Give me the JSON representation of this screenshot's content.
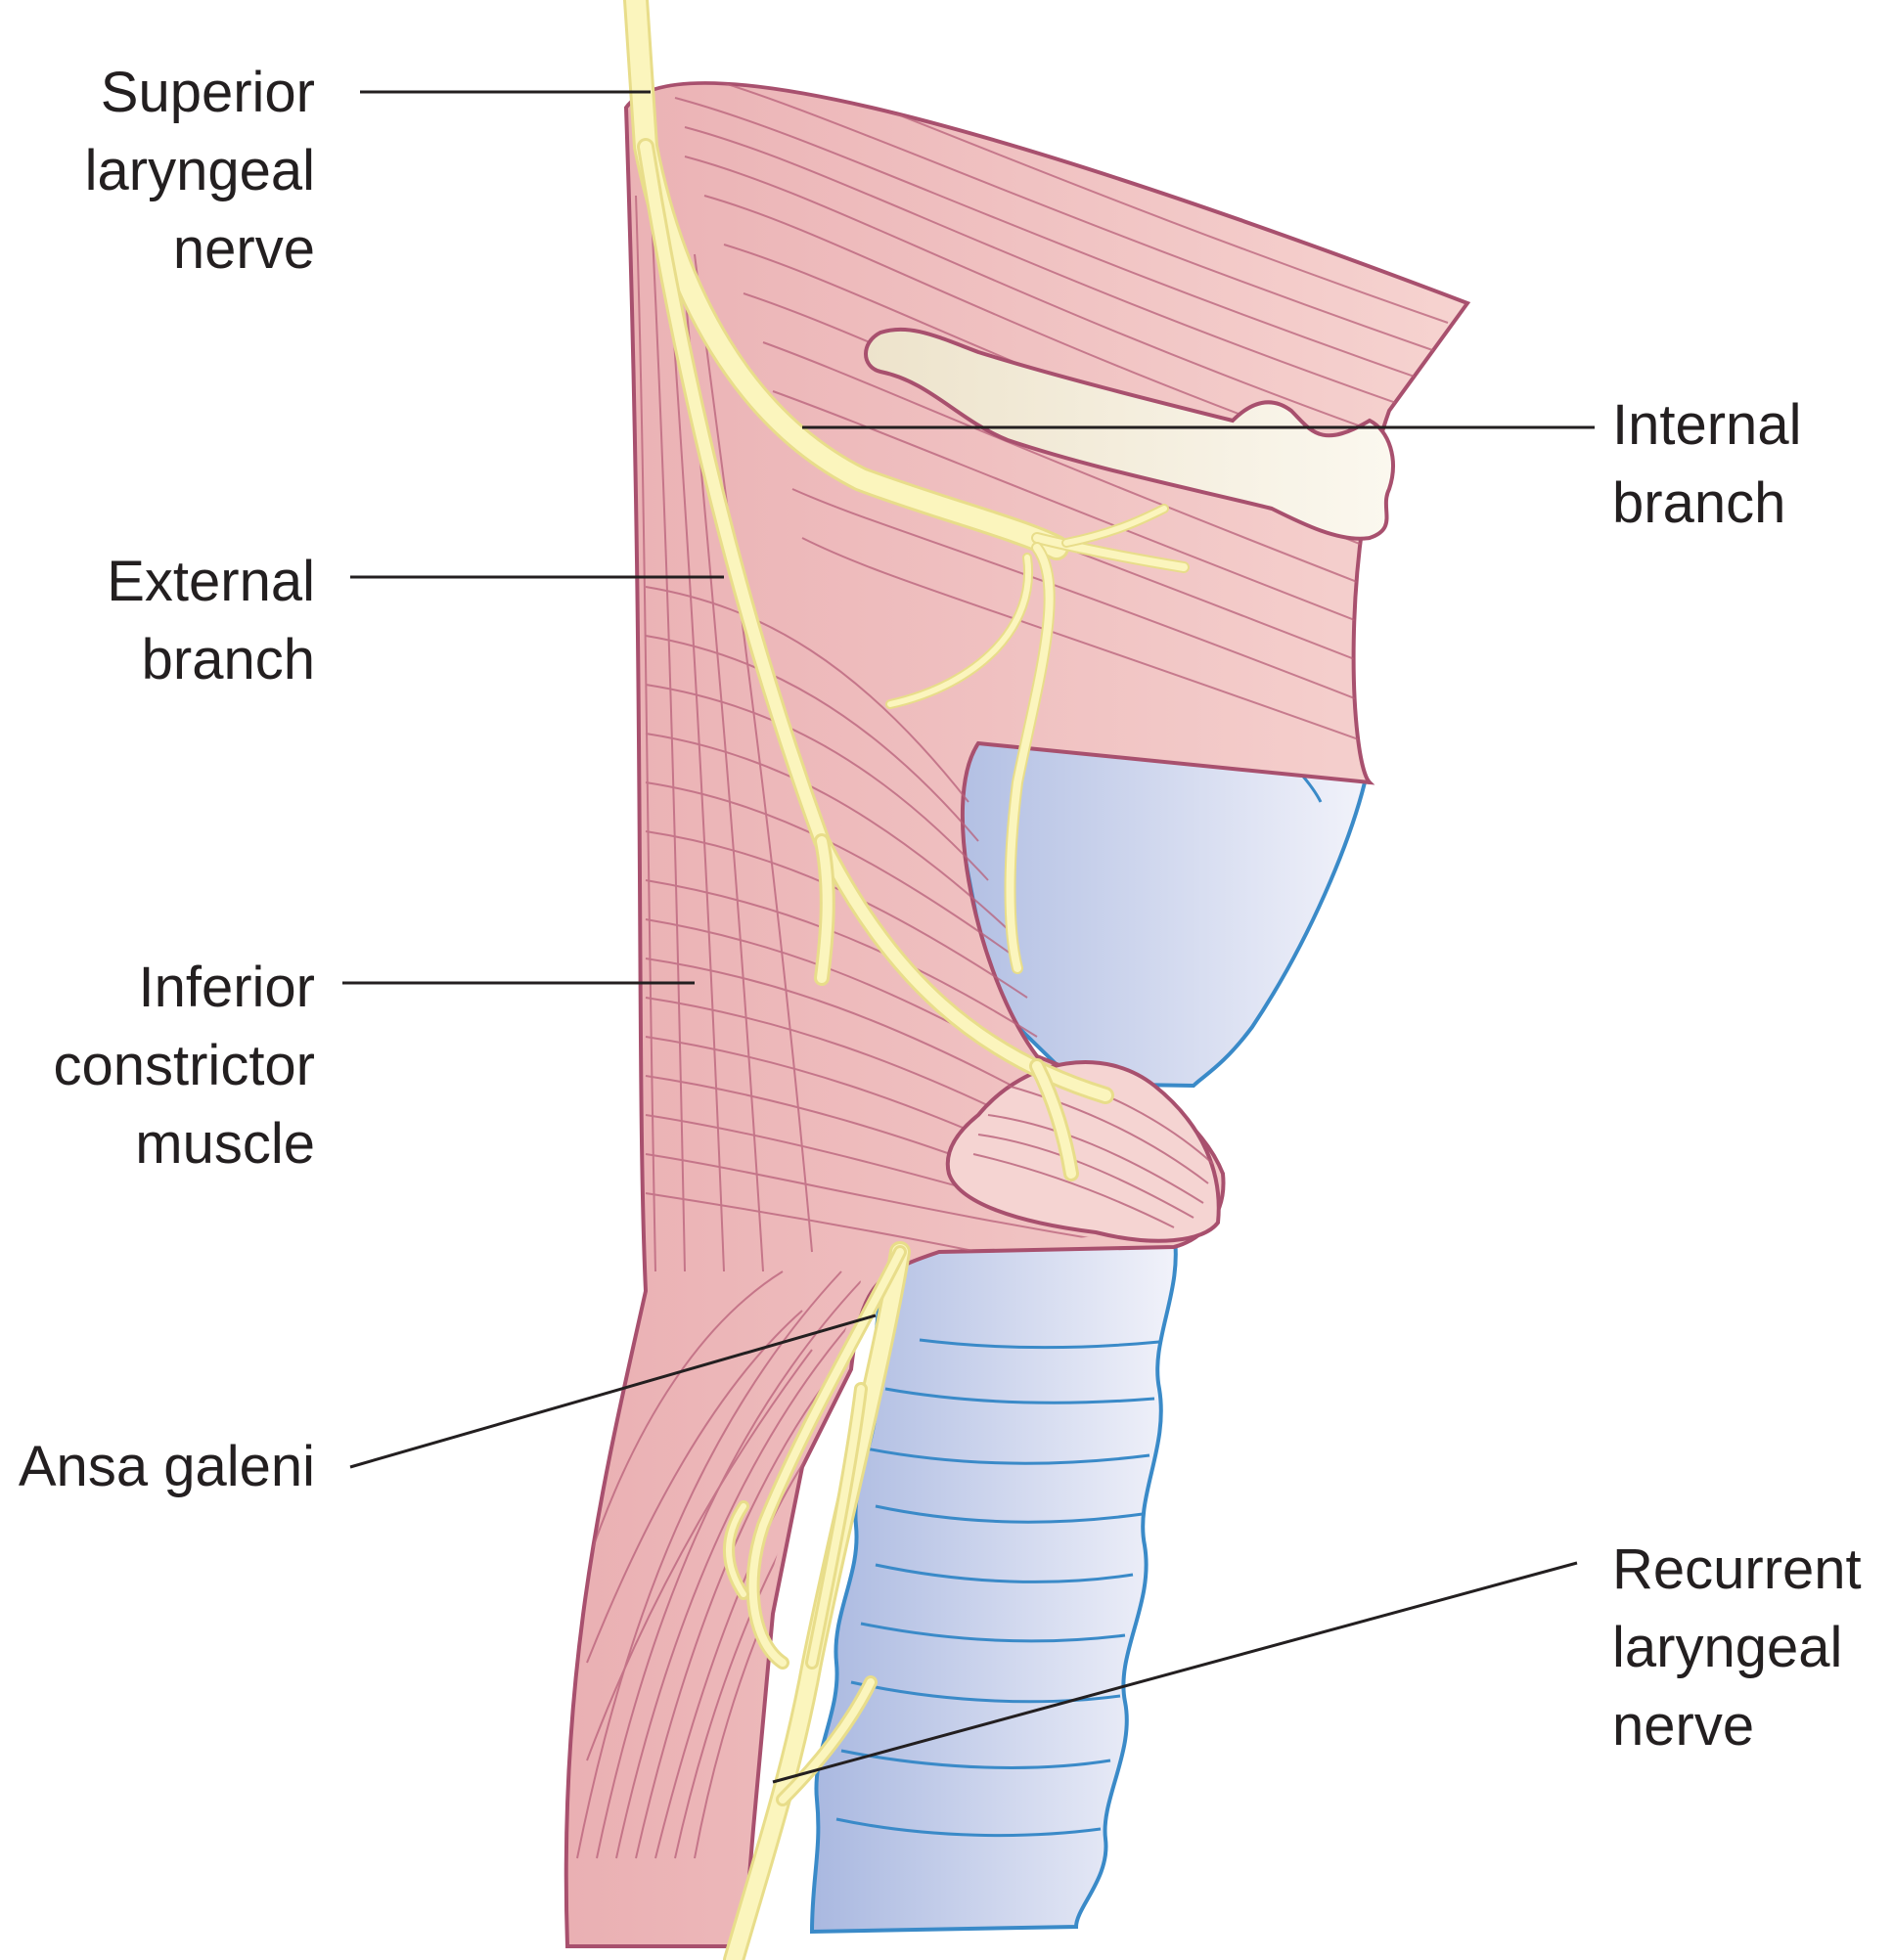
{
  "labels": {
    "superior_laryngeal_nerve": [
      "Superior",
      "laryngeal",
      "nerve"
    ],
    "internal_branch": [
      "Internal",
      "branch"
    ],
    "external_branch": [
      "External",
      "branch"
    ],
    "inferior_constrictor_muscle": [
      "Inferior",
      "constrictor",
      "muscle"
    ],
    "ansa_galeni": [
      "Ansa galeni"
    ],
    "recurrent_laryngeal_nerve": [
      "Recurrent",
      "laryngeal",
      "nerve"
    ]
  },
  "colors": {
    "muscle_fill": "#f0c4c4",
    "muscle_outline": "#a8506e",
    "muscle_fiber": "#b8607a",
    "nerve_fill": "#fbf5bd",
    "nerve_outline": "#e8dd8a",
    "cartilage_fill": "#c8d2ec",
    "cartilage_outline": "#3a8ac8",
    "bone_fill": "#f1e8d4",
    "bone_outline": "#a8506e",
    "leader_line": "#231f20",
    "text": "#231f20"
  }
}
